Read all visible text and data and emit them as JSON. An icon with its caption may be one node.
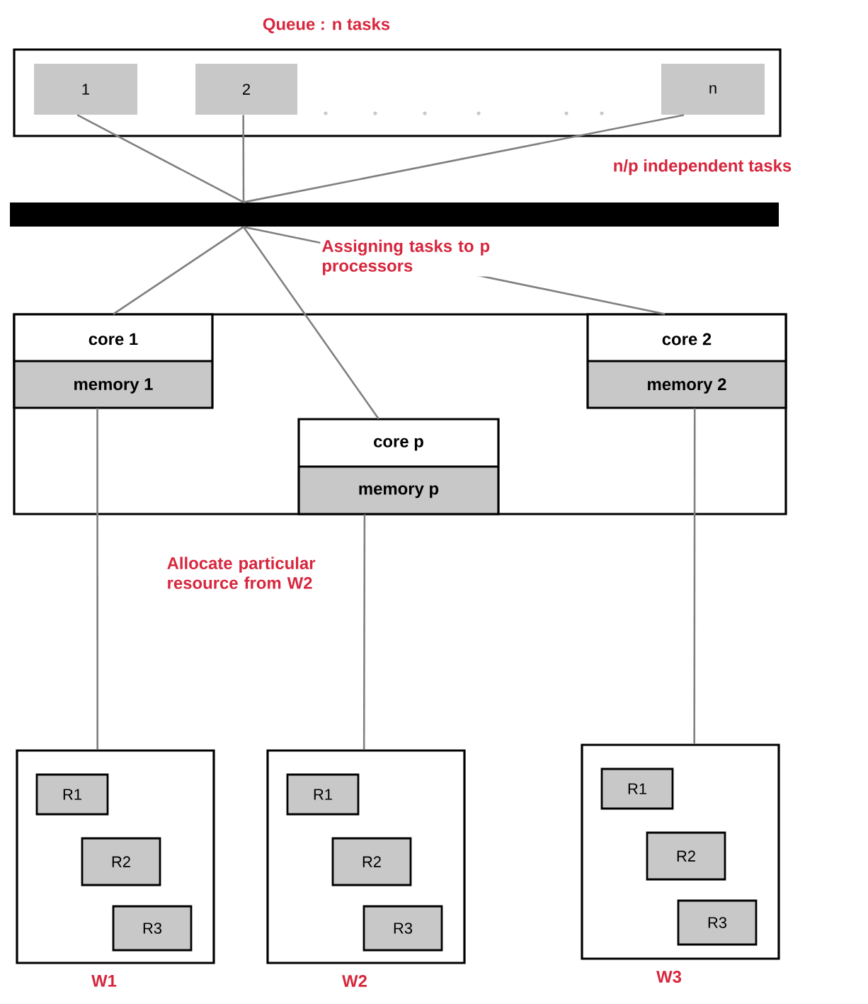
{
  "diagram": {
    "nodes": [
      {
        "text": [
          "Queue : n tasks"
        ]
      },
      {
        "text": [
          "1"
        ],
        "in": 0
      },
      {
        "text": [
          "2"
        ],
        "in": 0
      },
      {
        "text": [
          "n"
        ],
        "in": 0
      },
      {
        "text": [],
        "shape": "bar"
      },
      {
        "text": [],
        "shape": "box"
      },
      {
        "text": [
          "core 1",
          "memory 1"
        ],
        "in": 5
      },
      {
        "text": [
          "core 2",
          "memory 2"
        ],
        "in": 5
      },
      {
        "text": [
          "core p",
          "memory p"
        ],
        "in": 5
      },
      {
        "text": [
          "W1"
        ]
      },
      {
        "text": [
          "R1"
        ],
        "in": 9
      },
      {
        "text": [
          "R2"
        ],
        "in": 9
      },
      {
        "text": [
          "R3"
        ],
        "in": 9
      },
      {
        "text": [
          "W2"
        ]
      },
      {
        "text": [
          "R1"
        ],
        "in": 13
      },
      {
        "text": [
          "R2"
        ],
        "in": 13
      },
      {
        "text": [
          "R3"
        ],
        "in": 13
      },
      {
        "text": [
          "W3"
        ]
      },
      {
        "text": [
          "R1"
        ],
        "in": 17
      },
      {
        "text": [
          "R2"
        ],
        "in": 17
      },
      {
        "text": [
          "R3"
        ],
        "in": 17
      }
    ],
    "edges": [
      {
        "from": 1,
        "to": 4,
        "arrow": "none"
      },
      {
        "from": 2,
        "to": 4,
        "arrow": "none"
      },
      {
        "from": 3,
        "to": 4,
        "arrow": "none"
      },
      {
        "from": 4,
        "to": 6,
        "arrow": "none"
      },
      {
        "from": 4,
        "to": 7,
        "arrow": "none"
      },
      {
        "from": 4,
        "to": 8,
        "arrow": "none"
      },
      {
        "from": 6,
        "to": 9,
        "arrow": "none"
      },
      {
        "from": 8,
        "to": 13,
        "arrow": "none"
      },
      {
        "from": 7,
        "to": 17,
        "arrow": "none"
      }
    ],
    "labels": [
      "n/p independent tasks",
      "Assigning tasks to p processors",
      "Allocate particular resource from W2"
    ]
  }
}
